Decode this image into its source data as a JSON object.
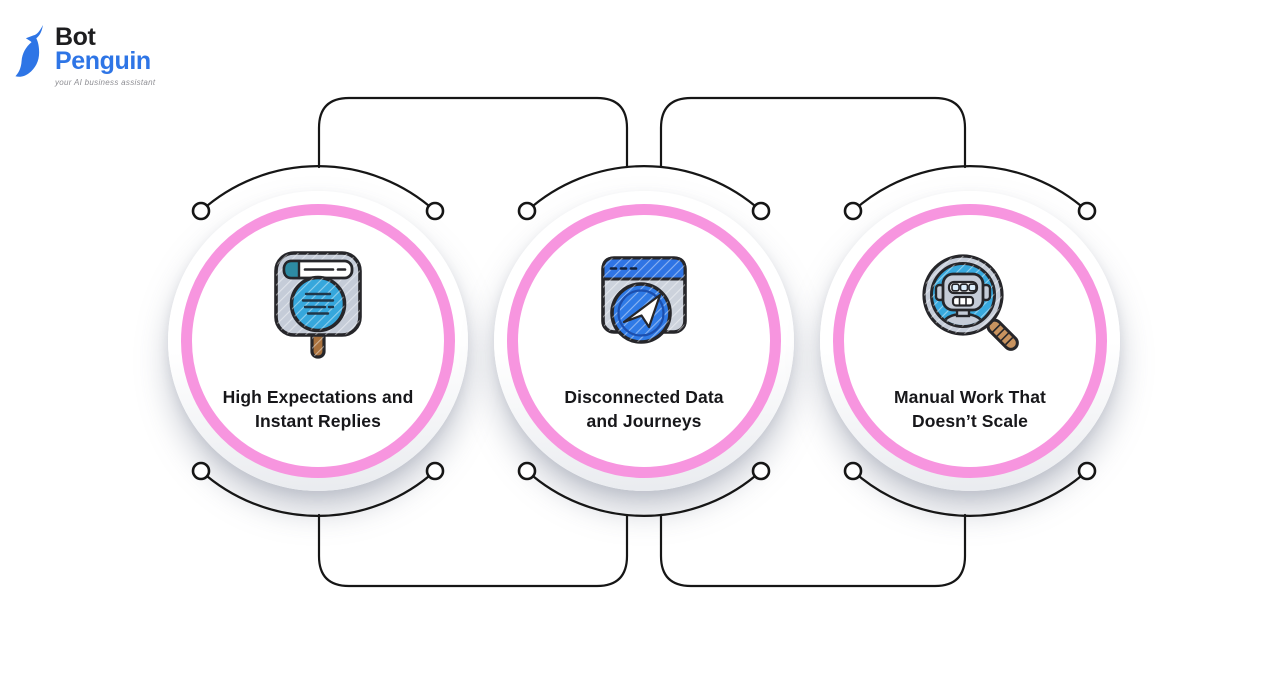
{
  "logo": {
    "brand_black": "Bot",
    "brand_blue": "Penguin",
    "tagline": "your AI business assistant"
  },
  "bubbles": [
    {
      "icon": "browser-search-icon",
      "line1": "High Expectations and",
      "line2": "Instant Replies"
    },
    {
      "icon": "send-message-browser-icon",
      "line1": "Disconnected Data",
      "line2": "and Journeys"
    },
    {
      "icon": "robot-magnifier-icon",
      "line1": "Manual Work That",
      "line2": "Doesn’t Scale"
    }
  ],
  "colors": {
    "ring_pink": "#F795DF",
    "connector_line": "#161616",
    "logo_blue": "#2E75E6",
    "icon_blue": "#36A7DC",
    "icon_gray": "#C5CCD8",
    "text_dark": "#17171A"
  }
}
